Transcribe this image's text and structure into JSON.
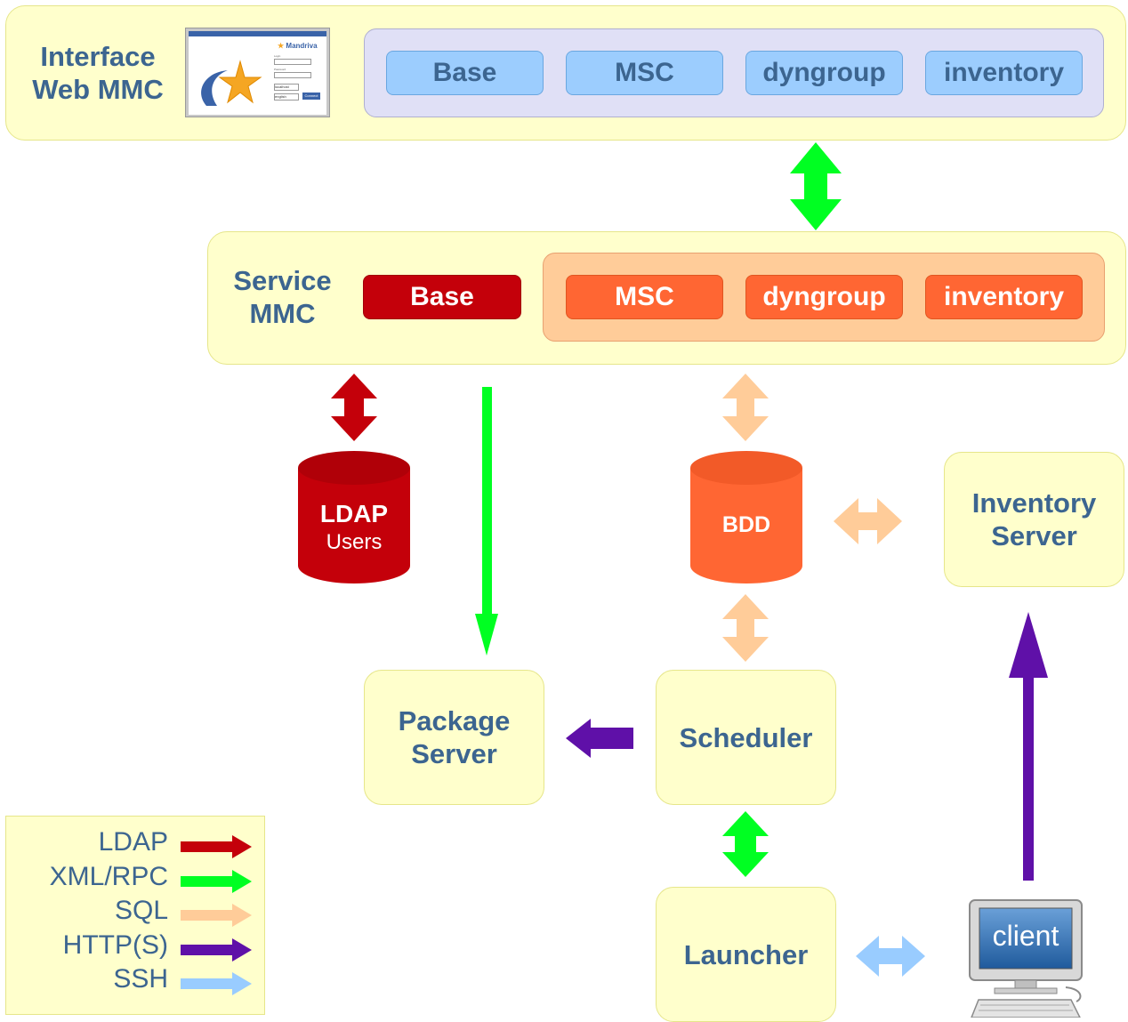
{
  "web_panel": {
    "title_line1": "Interface",
    "title_line2": "Web MMC",
    "modules": [
      "Base",
      "MSC",
      "dyngroup",
      "inventory"
    ],
    "screenshot": {
      "brand": "Mandriva",
      "field1_label": "Login",
      "field2_label": "Password",
      "server_value": "localhost",
      "language_value": "english",
      "connect_label": "Connect"
    }
  },
  "service_panel": {
    "title_line1": "Service",
    "title_line2": "MMC",
    "base_module": "Base",
    "modules": [
      "MSC",
      "dyngroup",
      "inventory"
    ]
  },
  "ldap_db": {
    "line1": "LDAP",
    "line2": "Users"
  },
  "bdd_db": {
    "label": "BDD"
  },
  "inventory_server": {
    "line1": "Inventory",
    "line2": "Server"
  },
  "package_server": {
    "line1": "Package",
    "line2": "Server"
  },
  "scheduler": {
    "label": "Scheduler"
  },
  "launcher": {
    "label": "Launcher"
  },
  "client": {
    "label": "client"
  },
  "legend": {
    "items": [
      {
        "label": "LDAP",
        "color": "#c4000a"
      },
      {
        "label": "XML/RPC",
        "color": "#00ff22"
      },
      {
        "label": "SQL",
        "color": "#ffcc99"
      },
      {
        "label": "HTTP(S)",
        "color": "#5f10a8"
      },
      {
        "label": "SSH",
        "color": "#99ccff"
      }
    ]
  },
  "colors": {
    "ldap": "#c4000a",
    "xmlrpc": "#00ff22",
    "sql": "#ffcc99",
    "https": "#5f10a8",
    "ssh": "#99ccff",
    "panel_fill": "#ffffcc",
    "text": "#3c6590"
  }
}
